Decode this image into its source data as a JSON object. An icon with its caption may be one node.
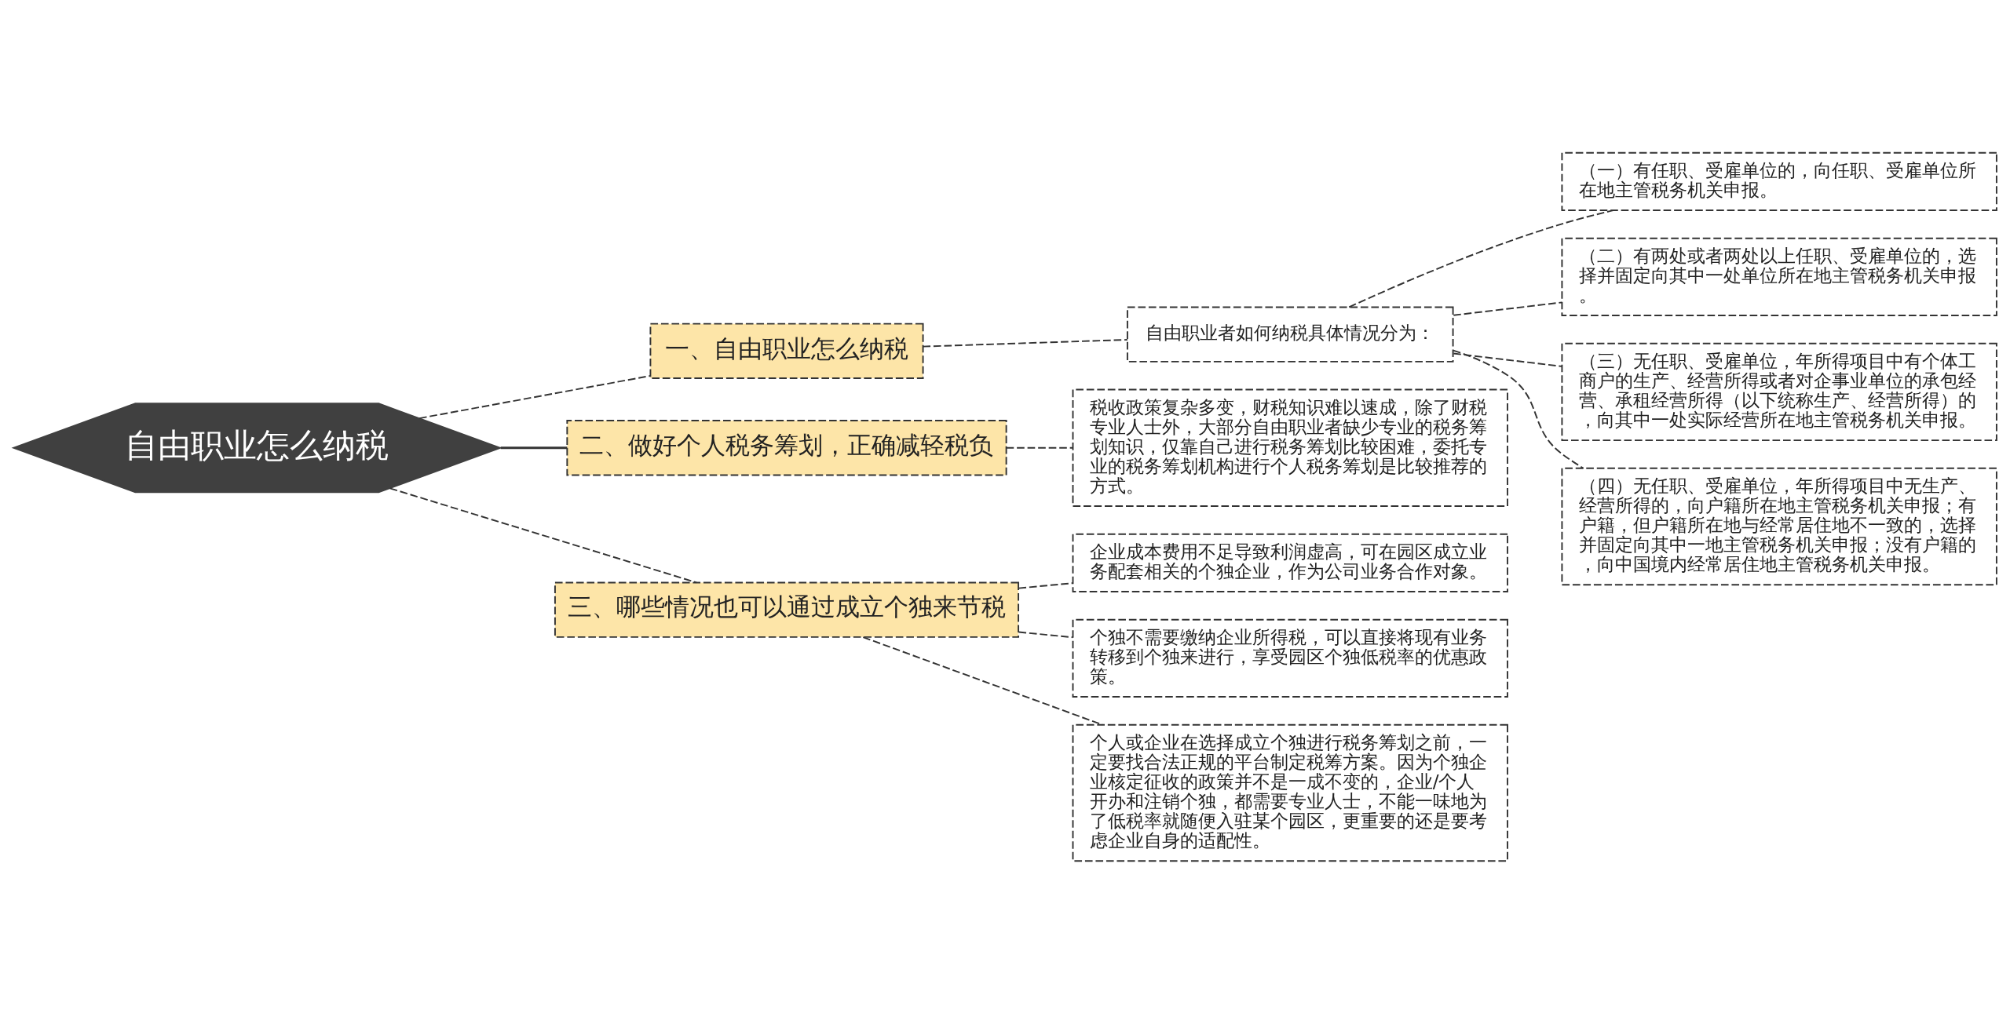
{
  "diagram": {
    "nodes": [
      {
        "text": [
          "自由职业怎么纳税"
        ]
      },
      {
        "text": [
          "一、自由职业怎么纳税"
        ]
      },
      {
        "text": [
          "自由职业者如何纳税具体情况分为："
        ]
      },
      {
        "text": [
          "（一）有任职、受雇单位的，向任职、受雇单位所在地主管税务机关申报。"
        ]
      },
      {
        "text": [
          "（二）有两处或者两处以上任职、受雇单位的，选择并固定向其中一处单位所在地主管税务机关申报。"
        ]
      },
      {
        "text": [
          "（三）无任职、受雇单位，年所得项目中有个体工商户的生产、经营所得或者对企事业单位的承包经营、承租经营所得（以下统称生产、经营所得）的，向其中一处实际经营所在地主管税务机关申报。"
        ]
      },
      {
        "text": [
          "（四）无任职、受雇单位，年所得项目中无生产、经营所得的，向户籍所在地主管税务机关申报；有户籍，但户籍所在地与经常居住地不一致的，选择并固定向其中一地主管税务机关申报；没有户籍的，向中国境内经常居住地主管税务机关申报。"
        ]
      },
      {
        "text": [
          "二、做好个人税务筹划，正确减轻税负"
        ]
      },
      {
        "text": [
          "税收政策复杂多变，财税知识难以速成，除了财税专业人士外，大部分自由职业者缺少专业的税务筹划知识，仅靠自己进行税务筹划比较困难，委托专业的税务筹划机构进行个人税务筹划是比较推荐的方式。"
        ]
      },
      {
        "text": [
          "三、哪些情况也可以通过成立个独来节税"
        ]
      },
      {
        "text": [
          "企业成本费用不足导致利润虚高，可在园区成立业务配套相关的个独企业，作为公司业务合作对象。"
        ]
      },
      {
        "text": [
          "个独不需要缴纳企业所得税，可以直接将现有业务转移到个独来进行，享受园区个独低税率的优惠政策。"
        ]
      },
      {
        "text": [
          "个人或企业在选择成立个独进行税务筹划之前，一定要找合法正规的平台制定税筹方案。因为个独企业核定征收的政策并不是一成不变的，企业/个人开办和注销个独，都需要专业人士，不能一味地为了低税率就随便入驻某个园区，更重要的还是要考虑企业自身的适配性。"
        ]
      }
    ],
    "edges": [
      {
        "from": 0,
        "to": 1,
        "arrow": "none",
        "style": "dashed"
      },
      {
        "from": 1,
        "to": 2,
        "arrow": "none",
        "style": "dashed"
      },
      {
        "from": 2,
        "to": 3,
        "arrow": "none",
        "style": "dashed"
      },
      {
        "from": 2,
        "to": 4,
        "arrow": "none",
        "style": "dashed"
      },
      {
        "from": 2,
        "to": 5,
        "arrow": "none",
        "style": "dashed"
      },
      {
        "from": 2,
        "to": 6,
        "arrow": "none",
        "style": "dashed"
      },
      {
        "from": 0,
        "to": 7,
        "arrow": "none"
      },
      {
        "from": 7,
        "to": 8,
        "arrow": "none",
        "style": "dashed"
      },
      {
        "from": 0,
        "to": 9,
        "arrow": "none",
        "style": "dashed"
      },
      {
        "from": 9,
        "to": 10,
        "arrow": "none",
        "style": "dashed"
      },
      {
        "from": 9,
        "to": 11,
        "arrow": "none",
        "style": "dashed"
      },
      {
        "from": 9,
        "to": 12,
        "arrow": "none",
        "style": "dashed"
      }
    ]
  }
}
